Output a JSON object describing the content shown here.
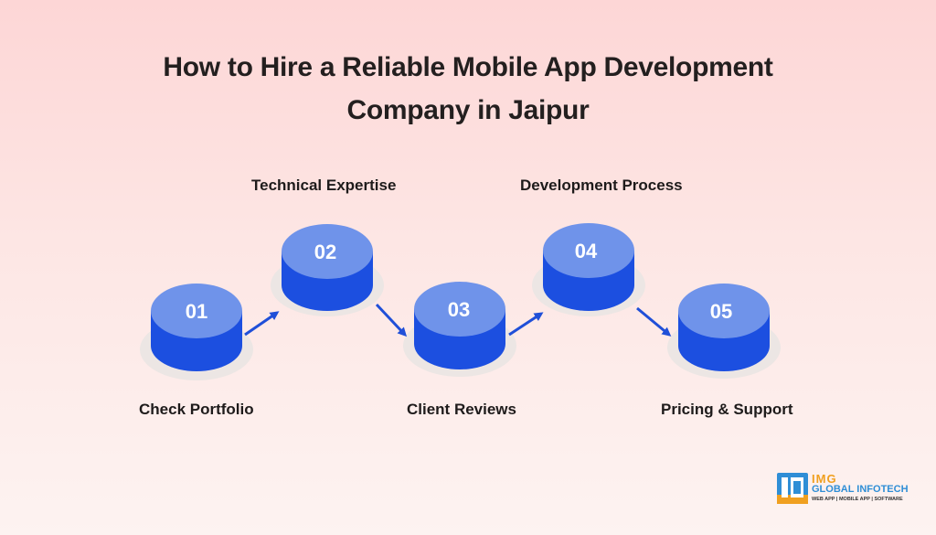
{
  "title": {
    "line1": "How to Hire a Reliable Mobile App Development",
    "line2": "Company in Jaipur"
  },
  "steps": [
    {
      "number": "01",
      "label": "Check Portfolio",
      "label_position": "below"
    },
    {
      "number": "02",
      "label": "Technical Expertise",
      "label_position": "above"
    },
    {
      "number": "03",
      "label": "Client Reviews",
      "label_position": "below"
    },
    {
      "number": "04",
      "label": "Development Process",
      "label_position": "above"
    },
    {
      "number": "05",
      "label": "Pricing & Support",
      "label_position": "below"
    }
  ],
  "colors": {
    "cylinder_top": "#6f93ea",
    "cylinder_body": "#1c4fe0",
    "arrow": "#1f4fd8",
    "shadow": "#ece6e4",
    "title_text": "#231f1f"
  },
  "logo": {
    "brand": "IMG",
    "name": "GLOBAL INFOTECH",
    "tagline": "WEB APP | MOBILE APP | SOFTWARE",
    "icon": "img-logo-icon"
  }
}
